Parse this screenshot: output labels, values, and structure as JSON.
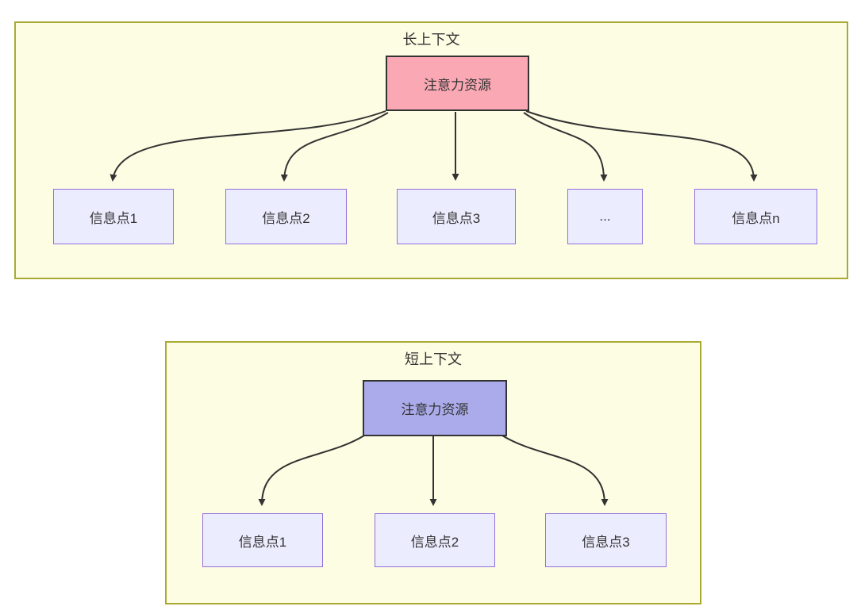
{
  "colors": {
    "section_fill": "#fdfde4",
    "section_border": "#aaaa33",
    "attention_long_fill": "#f9a8b4",
    "attention_short_fill": "#ababeb",
    "attention_border": "#333333",
    "info_fill": "#ececff",
    "info_border": "#9370db",
    "arrow": "#333333",
    "text": "#333333"
  },
  "sections": [
    {
      "title": "长上下文",
      "attention": {
        "label": "注意力资源"
      },
      "nodes": [
        {
          "label": "信息点1"
        },
        {
          "label": "信息点2"
        },
        {
          "label": "信息点3"
        },
        {
          "label": "..."
        },
        {
          "label": "信息点n"
        }
      ]
    },
    {
      "title": "短上下文",
      "attention": {
        "label": "注意力资源"
      },
      "nodes": [
        {
          "label": "信息点1"
        },
        {
          "label": "信息点2"
        },
        {
          "label": "信息点3"
        }
      ]
    }
  ]
}
